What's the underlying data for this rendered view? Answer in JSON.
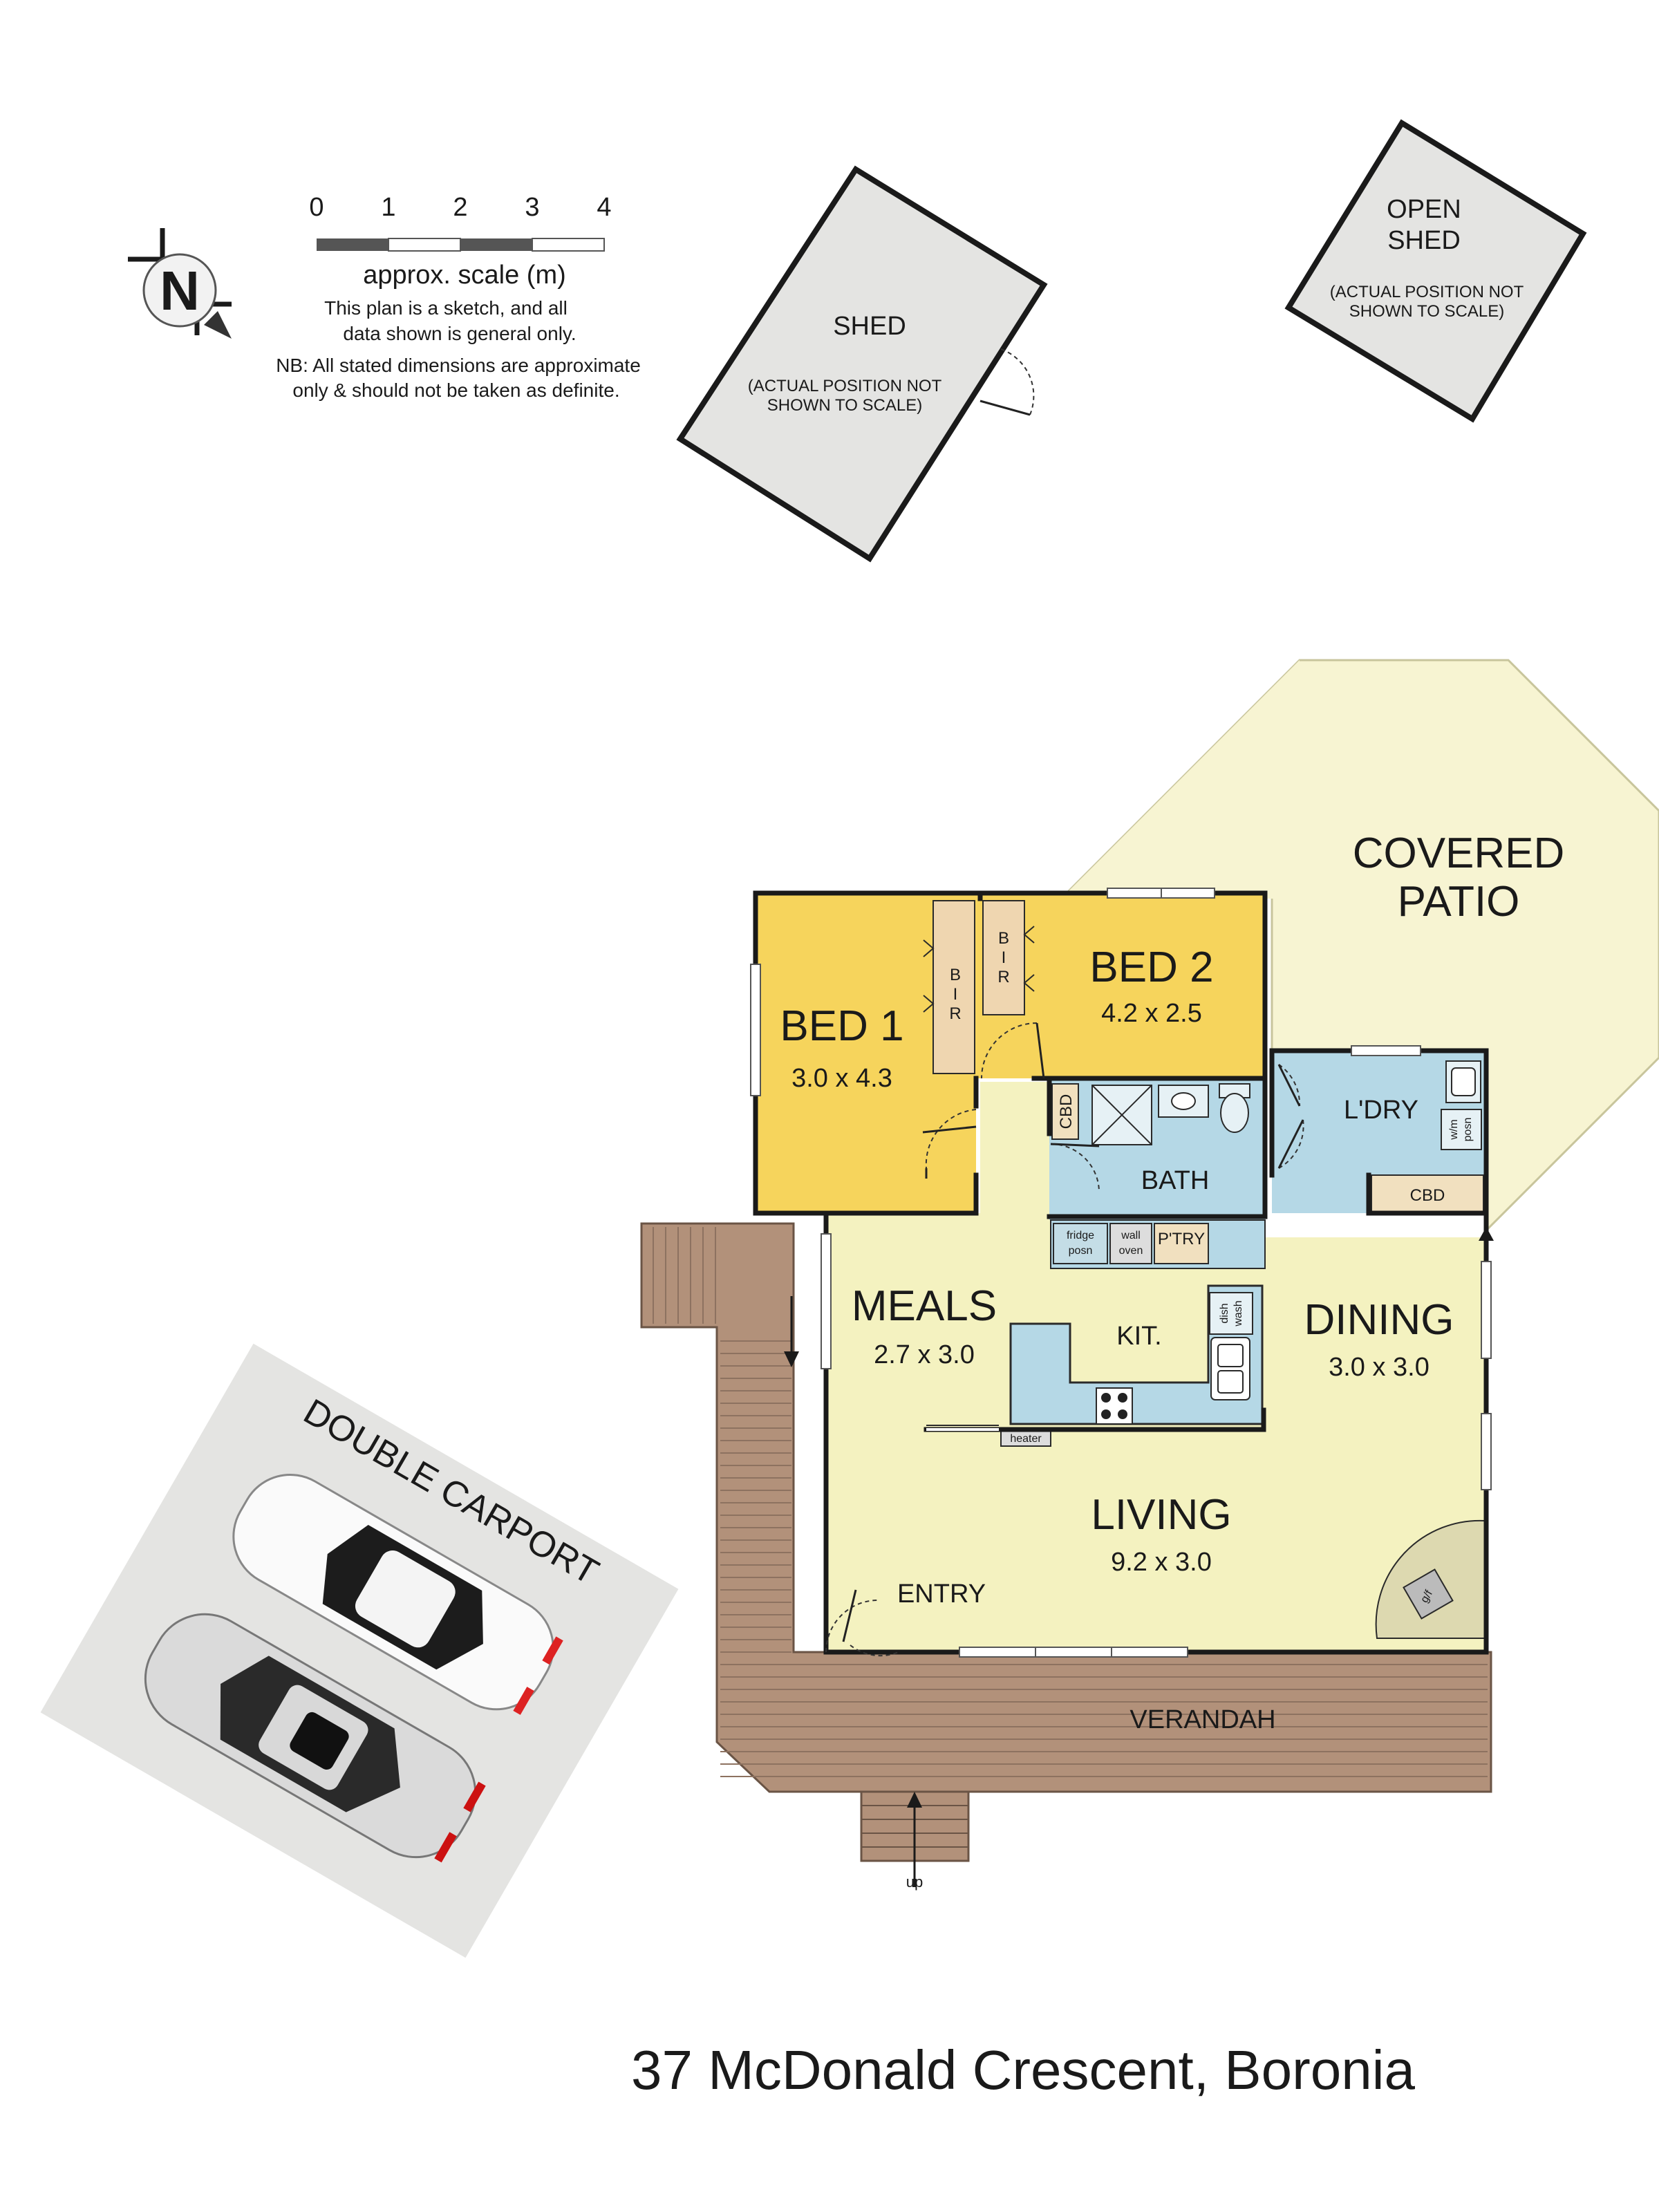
{
  "address": "37 McDonald Crescent, Boronia",
  "north_label": "N",
  "scale": {
    "ticks": [
      "0",
      "1",
      "2",
      "3",
      "4"
    ],
    "caption": "approx. scale (m)"
  },
  "disclaimer": {
    "line1": "This plan is a sketch, and all",
    "line2": "data shown is general only.",
    "line3": "NB: All stated dimensions are approximate",
    "line4": "only & should not be taken as definite."
  },
  "outbuildings": {
    "shed": {
      "name": "SHED",
      "note_line1": "(ACTUAL POSITION NOT",
      "note_line2": "SHOWN TO SCALE)"
    },
    "open_shed": {
      "name_line1": "OPEN",
      "name_line2": "SHED",
      "note_line1": "(ACTUAL POSITION NOT",
      "note_line2": "SHOWN TO SCALE)"
    }
  },
  "rooms": {
    "bed1": {
      "name": "BED 1",
      "dims": "3.0 x 4.3"
    },
    "bed2": {
      "name": "BED 2",
      "dims": "4.2 x 2.5"
    },
    "bir1": {
      "letters": [
        "B",
        "I",
        "R"
      ]
    },
    "bir2": {
      "letters": [
        "B",
        "I",
        "R"
      ]
    },
    "covered_patio": {
      "name_line1": "COVERED",
      "name_line2": "PATIO"
    },
    "laundry": {
      "name": "L'DRY",
      "cbd": "CBD",
      "wm_line1": "w/m",
      "wm_line2": "posn"
    },
    "bath": {
      "name": "BATH",
      "cbd": "CBD"
    },
    "meals": {
      "name": "MEALS",
      "dims": "2.7 x 3.0"
    },
    "kitchen": {
      "name": "KIT.",
      "fridge_line1": "fridge",
      "fridge_line2": "posn",
      "wall_oven_line1": "wall",
      "wall_oven_line2": "oven",
      "pantry": "P'TRY",
      "dishwash_line1": "dish",
      "dishwash_line2": "wash"
    },
    "dining": {
      "name": "DINING",
      "dims": "3.0 x 3.0"
    },
    "living": {
      "name": "LIVING",
      "dims": "9.2 x 3.0",
      "heater": "heater",
      "gas_fire": "g/f"
    },
    "entry": {
      "name": "ENTRY"
    },
    "verandah": {
      "name": "VERANDAH",
      "stairs": "up"
    },
    "carport": {
      "name": "DOUBLE CARPORT"
    }
  },
  "colors": {
    "bedroom": "#f6d45c",
    "wet_area": "#b5d8e6",
    "living": "#f4f2c0",
    "patio": "#f7f4d2",
    "deck": "#b2917a",
    "outbuilding": "#e4e4e2",
    "robe": "#efd6b0"
  }
}
